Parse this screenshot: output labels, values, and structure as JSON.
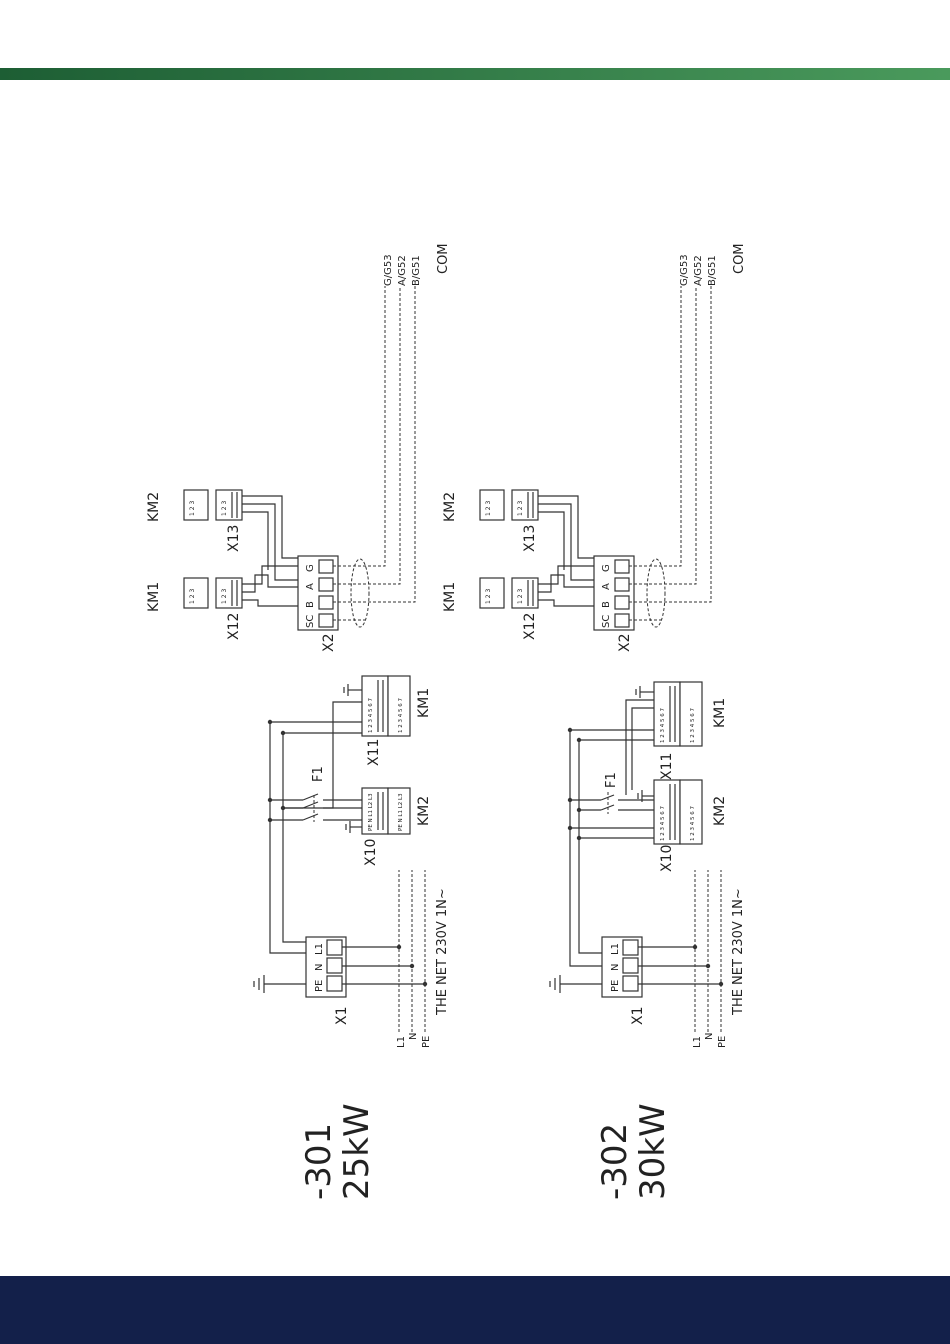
{
  "colors": {
    "top_band_start": "#1d5e34",
    "top_band_end": "#4a9a5c",
    "bottom_band": "#13204a",
    "line": "#333333"
  },
  "diagrams": [
    {
      "variant": "-301",
      "power": "25kW",
      "supply": "THE NET 230V 1N~",
      "lines": [
        "L1",
        "N",
        "PE"
      ],
      "x1": {
        "label": "X1",
        "terms": [
          "PE",
          "N",
          "L1"
        ]
      },
      "x10": {
        "label": "X10",
        "pins": "PE N L1 L2 L3"
      },
      "x11": {
        "label": "X11",
        "pins": "1 2 3 4 5 6 7"
      },
      "f1": "F1",
      "km1": "KM1",
      "km2": "KM2",
      "x12": {
        "label": "X12",
        "pins": "1 2 3"
      },
      "x13": {
        "label": "X13",
        "pins": "1 2 3"
      },
      "x2": {
        "label": "X2",
        "terms": [
          "SC",
          "B",
          "A",
          "G"
        ]
      },
      "bus": [
        "G/G53",
        "A/G52",
        "B/G51",
        "COM"
      ]
    },
    {
      "variant": "-302",
      "power": "30kW",
      "supply": "THE NET 230V 1N~",
      "lines": [
        "L1",
        "N",
        "PE"
      ],
      "x1": {
        "label": "X1",
        "terms": [
          "PE",
          "N",
          "L1"
        ]
      },
      "x10": {
        "label": "X10",
        "pins": "1 2 3 4 5 6 7"
      },
      "x11": {
        "label": "X11",
        "pins": "1 2 3 4 5 6 7"
      },
      "f1": "F1",
      "km1": "KM1",
      "km2": "KM2",
      "x12": {
        "label": "X12",
        "pins": "1 2 3"
      },
      "x13": {
        "label": "X13",
        "pins": "1 2 3"
      },
      "x2": {
        "label": "X2",
        "terms": [
          "SC",
          "B",
          "A",
          "G"
        ]
      },
      "bus": [
        "G/G53",
        "A/G52",
        "B/G51",
        "COM"
      ]
    }
  ]
}
